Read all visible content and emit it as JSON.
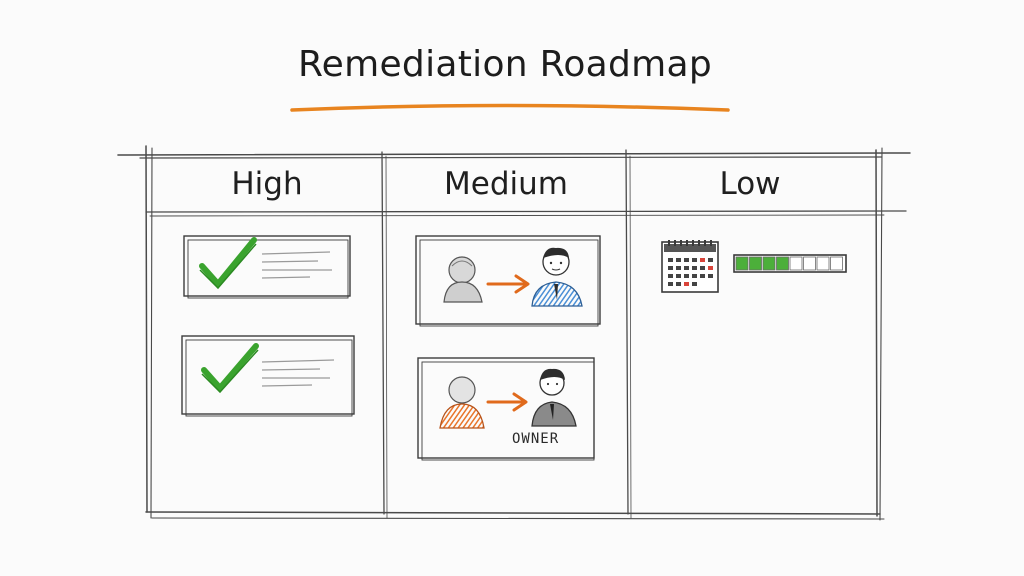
{
  "title": "Remediation Roadmap",
  "columns": [
    {
      "label": "High"
    },
    {
      "label": "Medium"
    },
    {
      "label": "Low"
    }
  ],
  "cards": {
    "medium_card_2_label": "OWNER"
  },
  "progress": {
    "filled_segments": 4,
    "total_segments": 8
  },
  "colors": {
    "accent_underline": "#e8841f",
    "check": "#3aa32e",
    "person_blue": "#4a8fd6",
    "person_orange": "#e8752a",
    "arrow": "#e06a1c",
    "progress_fill": "#4caf3a",
    "calendar_red": "#d9443a"
  }
}
